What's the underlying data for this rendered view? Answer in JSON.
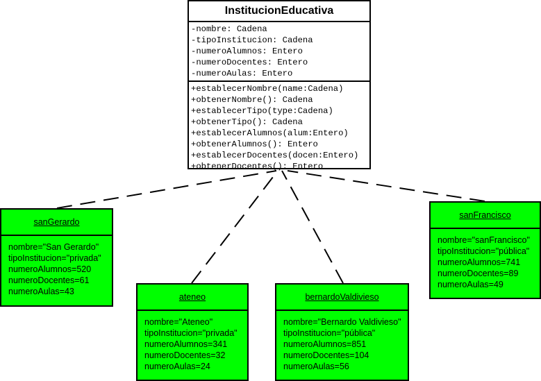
{
  "class": {
    "name": "InstitucionEducativa",
    "attributes": [
      "-nombre: Cadena",
      "-tipoInstitucion: Cadena",
      "-numeroAlumnos: Entero",
      "-numeroDocentes: Entero",
      "-numeroAulas: Entero"
    ],
    "operations": [
      "+establecerNombre(name:Cadena)",
      "+obtenerNombre(): Cadena",
      "+establecerTipo(type:Cadena)",
      "+obtenerTipo(): Cadena",
      "+establecerAlumnos(alum:Entero)",
      "+obtenerAlumnos(): Entero",
      "+establecerDocentes(docen:Entero)",
      "+obtenerDocentes(): Entero"
    ]
  },
  "objects": [
    {
      "name": "sanGerardo",
      "attributes": [
        "nombre=\"San Gerardo\"",
        "tipoInstitucion=\"privada\"",
        "numeroAlumnos=520",
        "numeroDocentes=61",
        "numeroAulas=43"
      ]
    },
    {
      "name": "ateneo",
      "attributes": [
        "nombre=\"Ateneo\"",
        "tipoInstitucion=\"privada\"",
        "numeroAlumnos=341",
        "numeroDocentes=32",
        "numeroAulas=24"
      ]
    },
    {
      "name": "bernardoValdivieso",
      "attributes": [
        "nombre=\"Bernardo Valdivieso\"",
        "tipoInstitucion=\"pública\"",
        "numeroAlumnos=851",
        "numeroDocentes=104",
        "numeroAulas=56"
      ]
    },
    {
      "name": "sanFrancisco",
      "attributes": [
        "nombre=\"sanFrancisco\"",
        "tipoInstitucion=\"pública\"",
        "numeroAlumnos=741",
        "numeroDocentes=89",
        "numeroAulas=49"
      ]
    }
  ],
  "colors": {
    "object_fill": "#00ff00",
    "class_fill": "#ffffff",
    "border": "#000000"
  }
}
